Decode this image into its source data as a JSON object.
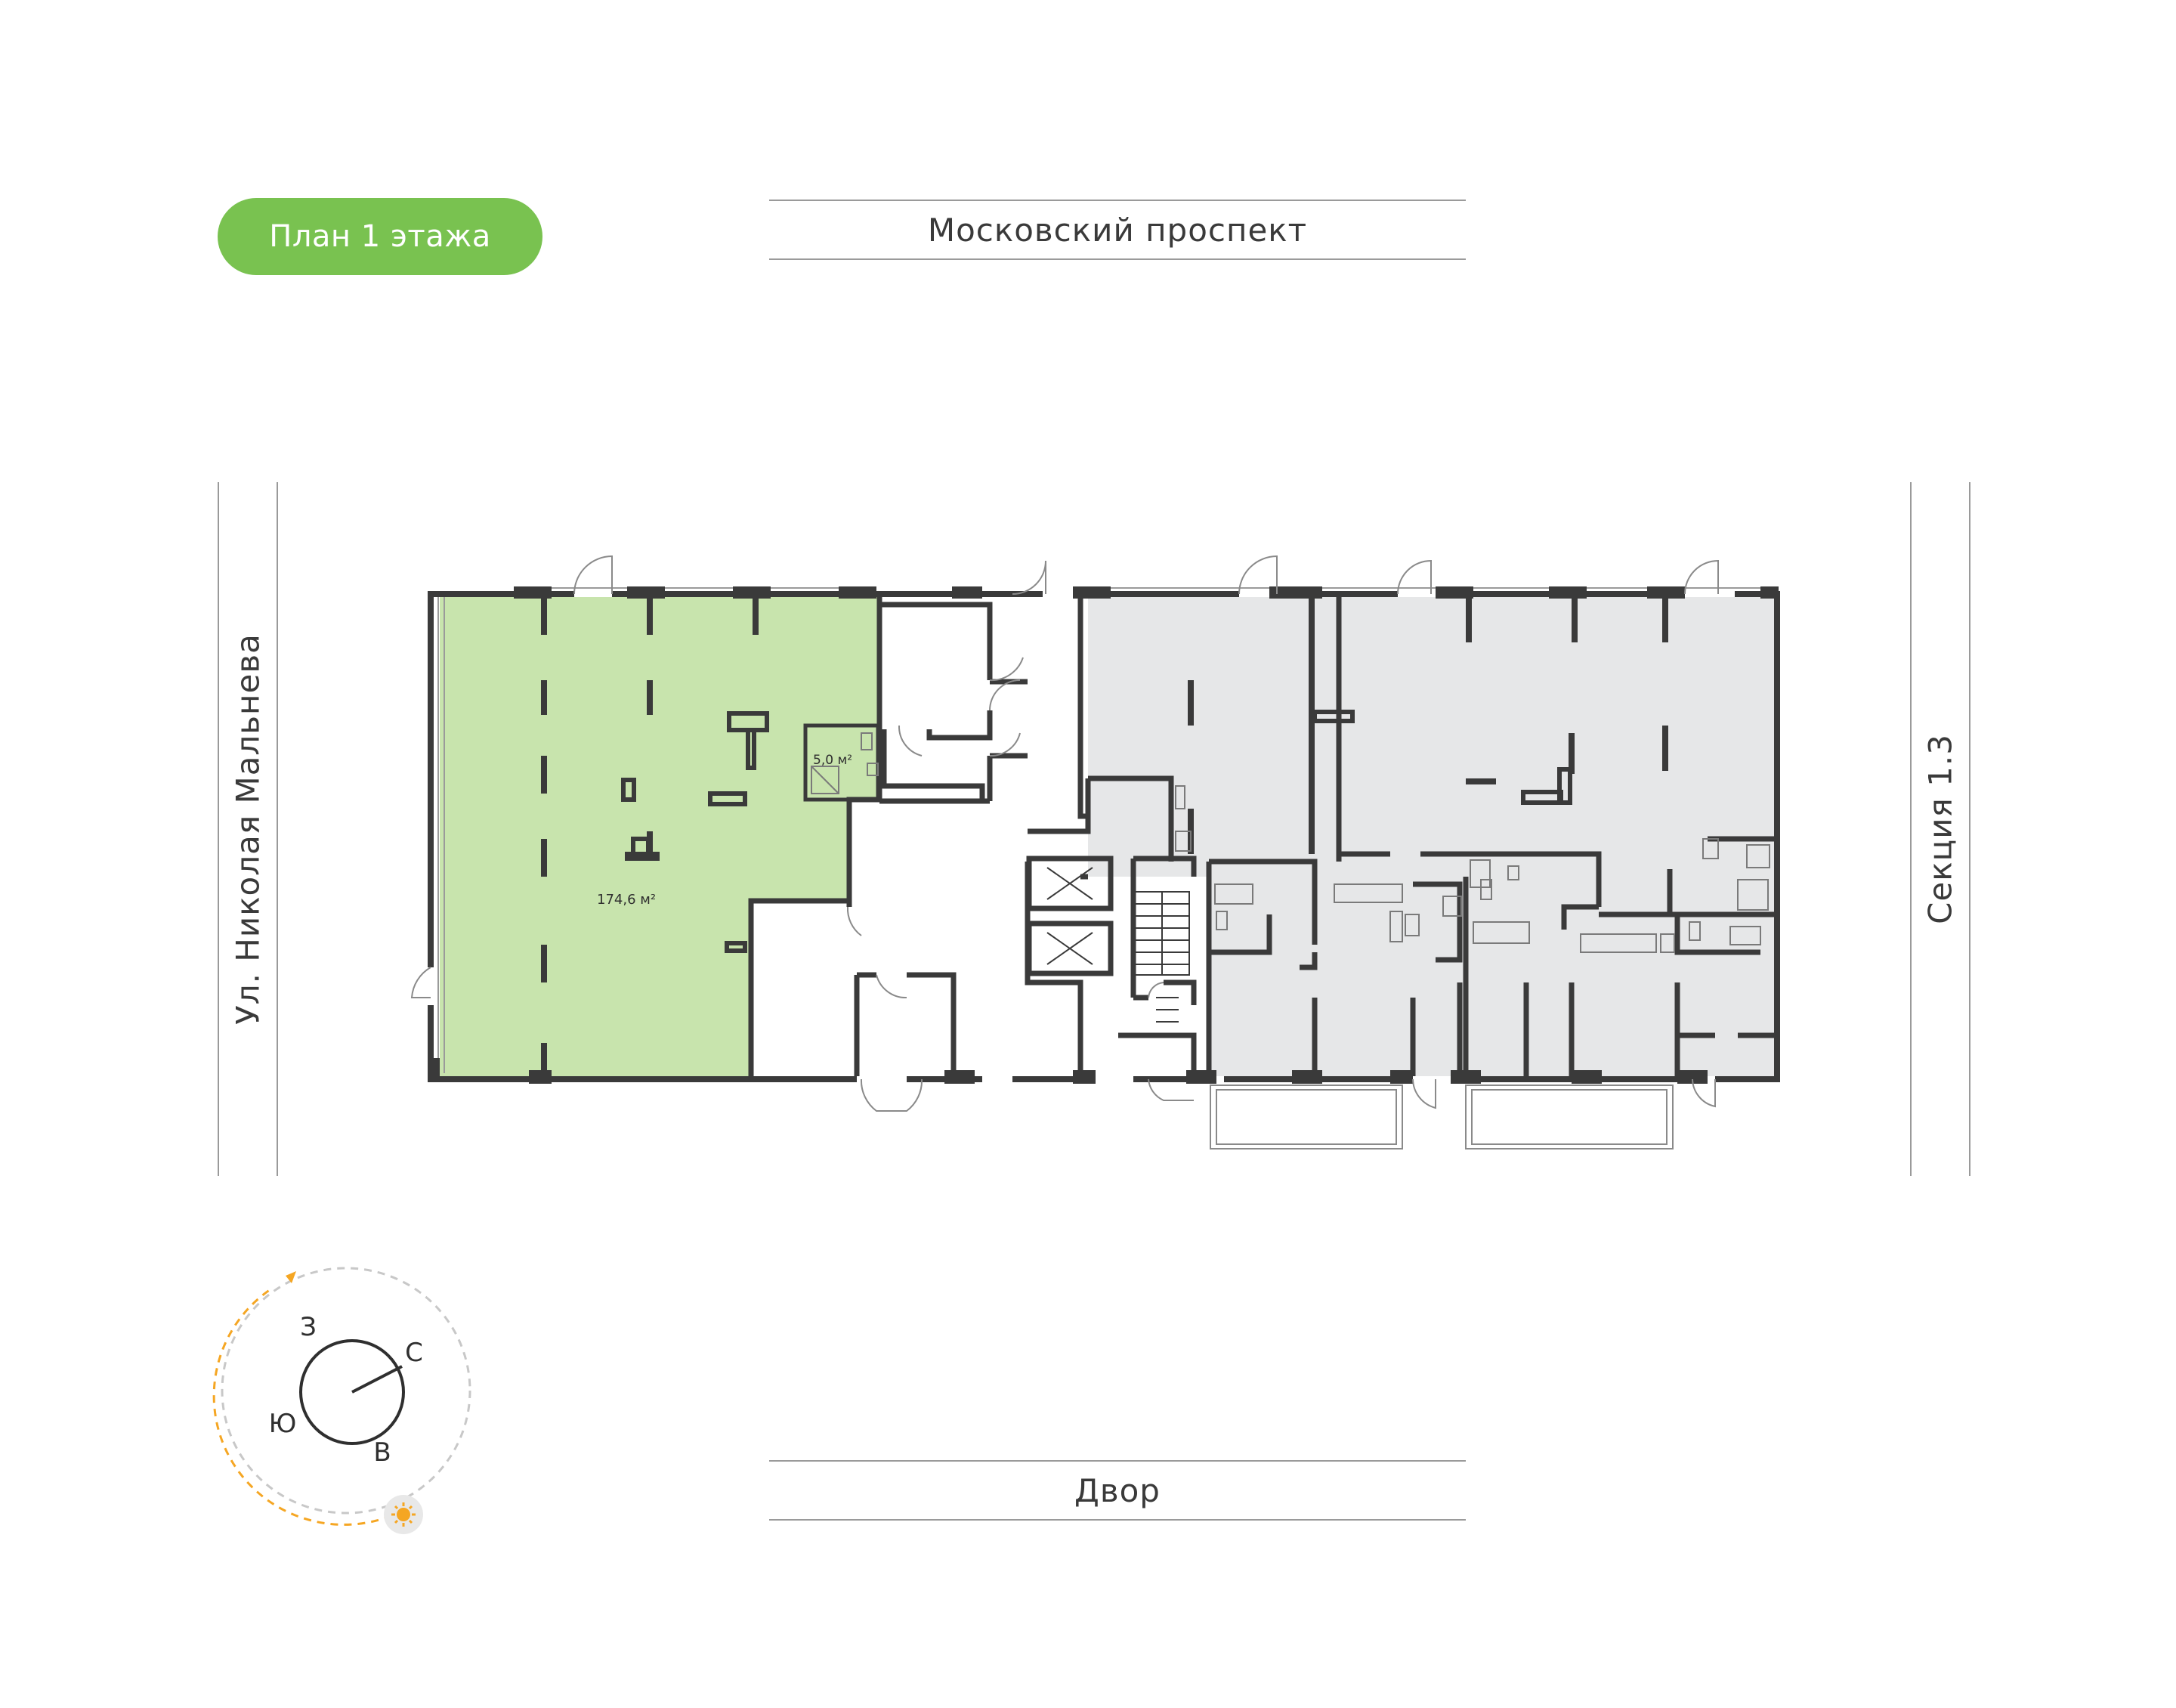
{
  "badge": {
    "label": "План 1 этажа",
    "color": "#79c250"
  },
  "streets": {
    "north": "Московский проспект",
    "south": "Двор",
    "west": "Ул. Николая Мальнева",
    "east": "Секция 1.3"
  },
  "units": [
    {
      "id": "commercial-main",
      "area": "174,6 м²",
      "status": "selected"
    },
    {
      "id": "commercial-wc",
      "area": "5,0 м²",
      "status": "selected"
    }
  ],
  "compass": {
    "north": "С",
    "south": "Ю",
    "east": "В",
    "west": "З",
    "sun_icon": "sun-icon",
    "sun_color": "#f5a623"
  },
  "colors": {
    "selected_fill": "#c8e4ad",
    "other_fill": "#e6e7e8",
    "wall": "#3a3a3a"
  }
}
